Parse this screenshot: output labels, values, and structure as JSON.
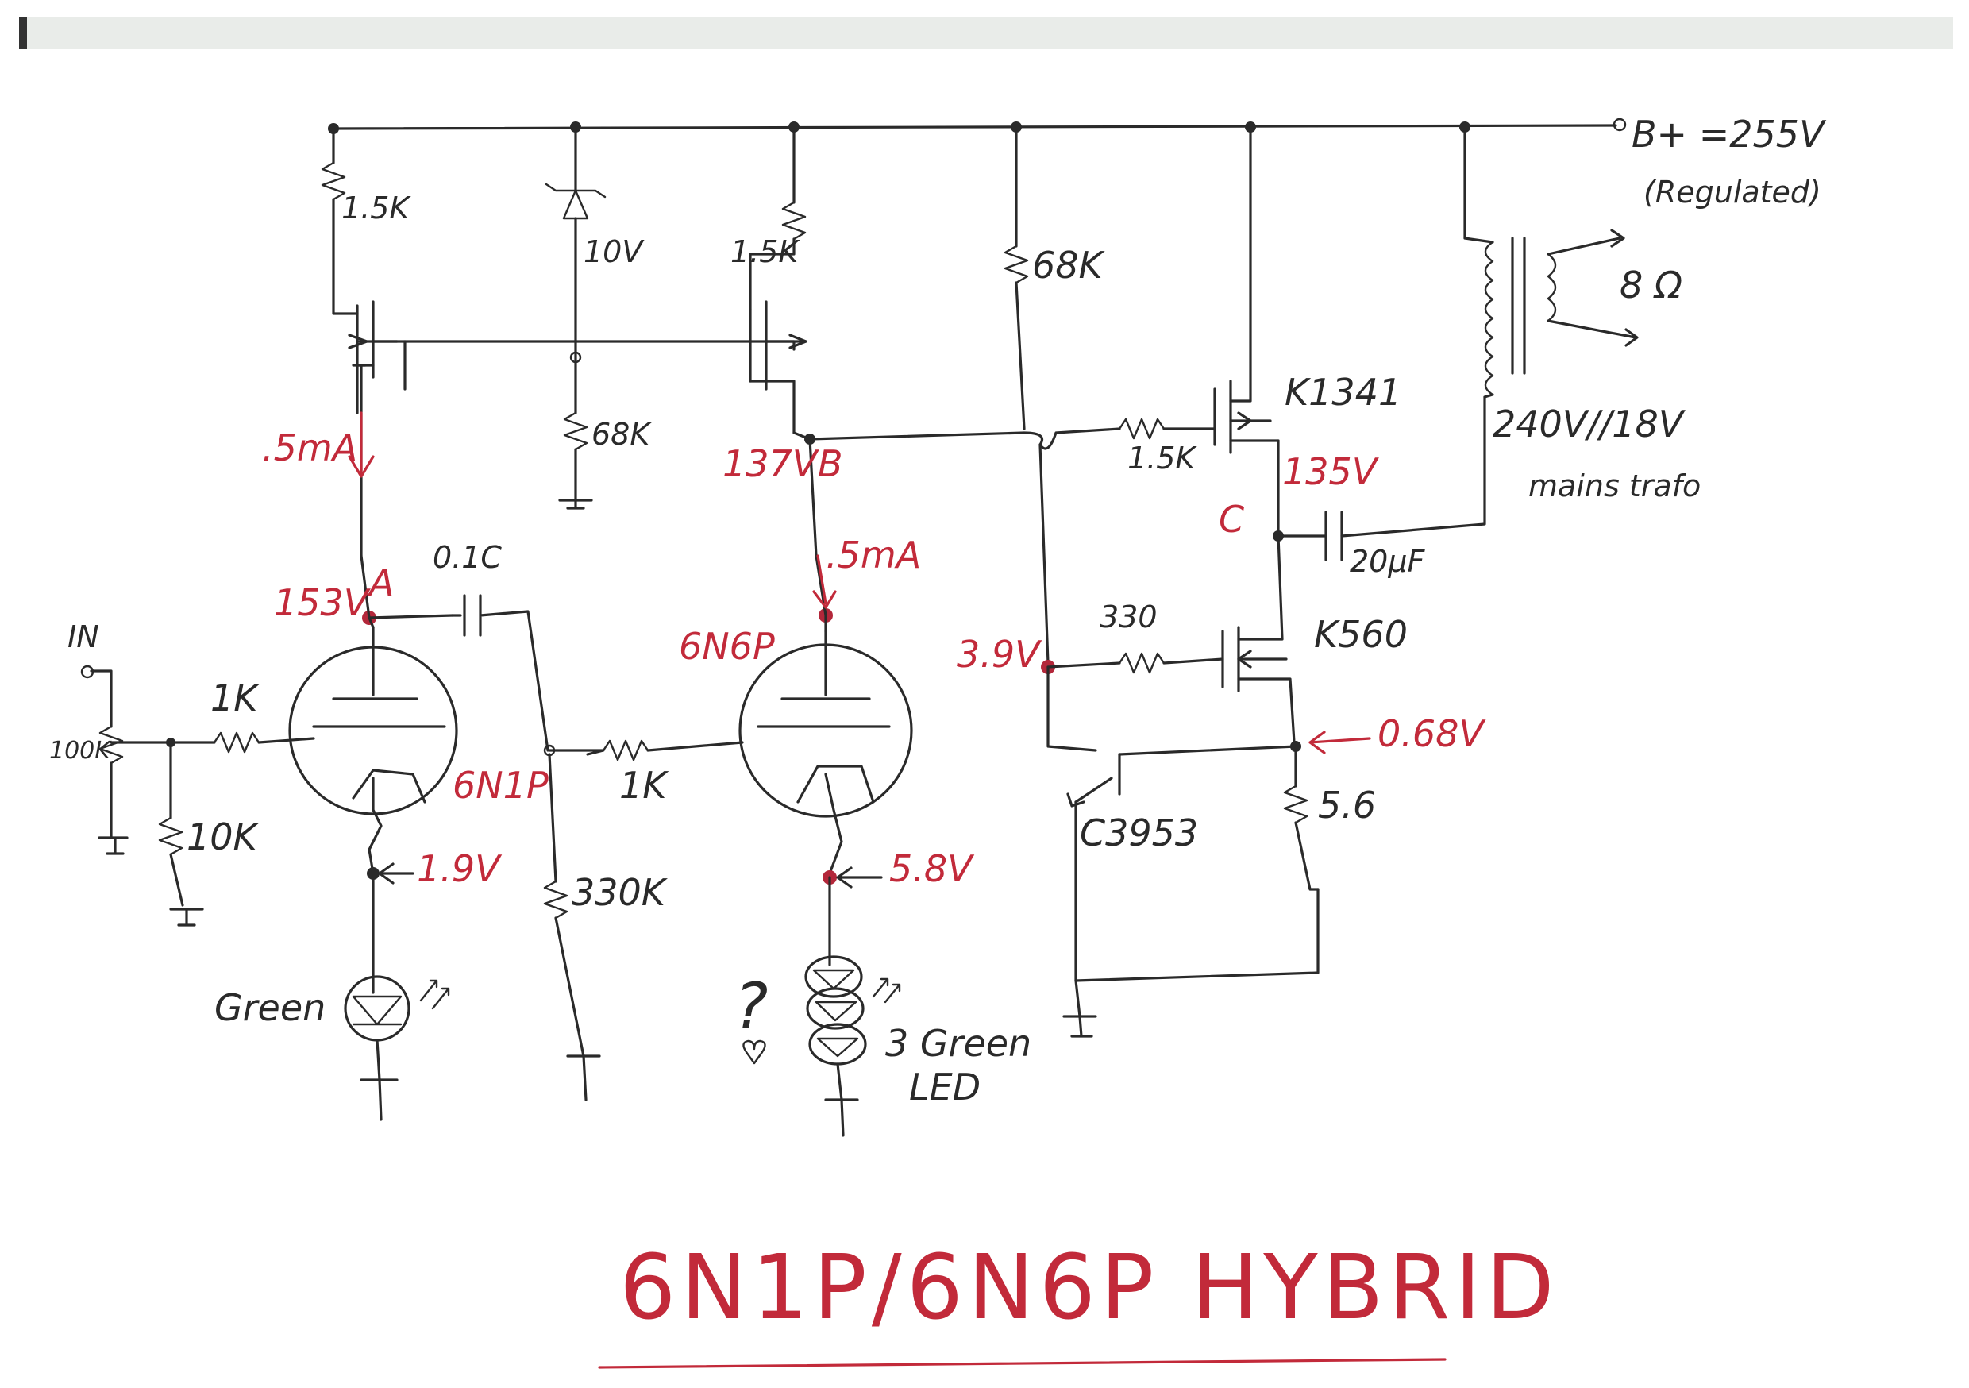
{
  "title": "6N1P/6N6P HYBRID",
  "supply": {
    "label": "B+ =255V",
    "note": "(Regulated)"
  },
  "labels": {
    "r_top_left": "1.5K",
    "zener": "10V",
    "r_top_mid": "1.5K",
    "r_68k_right": "68K",
    "r_68k_mid": "68K",
    "mosfet_k1341": "K1341",
    "r_gate_1k5": "1.5K",
    "trafo_ratio": "240V//18V",
    "trafo_name": "mains trafo",
    "speaker": "8 Ω",
    "current_a": ".5mA",
    "current_b": ".5mA",
    "node_a_voltage": "153V",
    "node_a": "A",
    "node_b_voltage": "137V",
    "node_b": "B",
    "node_c_voltage": "135V",
    "node_c": "C",
    "coupling_cap": "0.1C",
    "output_cap": "20μF",
    "input": "IN",
    "r_input_100k": "100K",
    "r_grid_1k": "1K",
    "r_grid_10k": "10K",
    "tube1": "6N1P",
    "tube2": "6N6P",
    "r_grid2_1k": "1K",
    "r_330k": "330K",
    "cathode1_v": "1.9V",
    "cathode2_v": "5.8V",
    "led1": "Green",
    "led_stack": "3 Green",
    "led_stack_2": "LED",
    "question": "?",
    "r_330": "330",
    "mosfet_k560": "K560",
    "node_39v": "3.9V",
    "source_v": "0.68V",
    "transistor": "C3953",
    "r_5_6": "5.6"
  },
  "colors": {
    "ink": "#2a2a2a",
    "red": "#c22a3a"
  }
}
